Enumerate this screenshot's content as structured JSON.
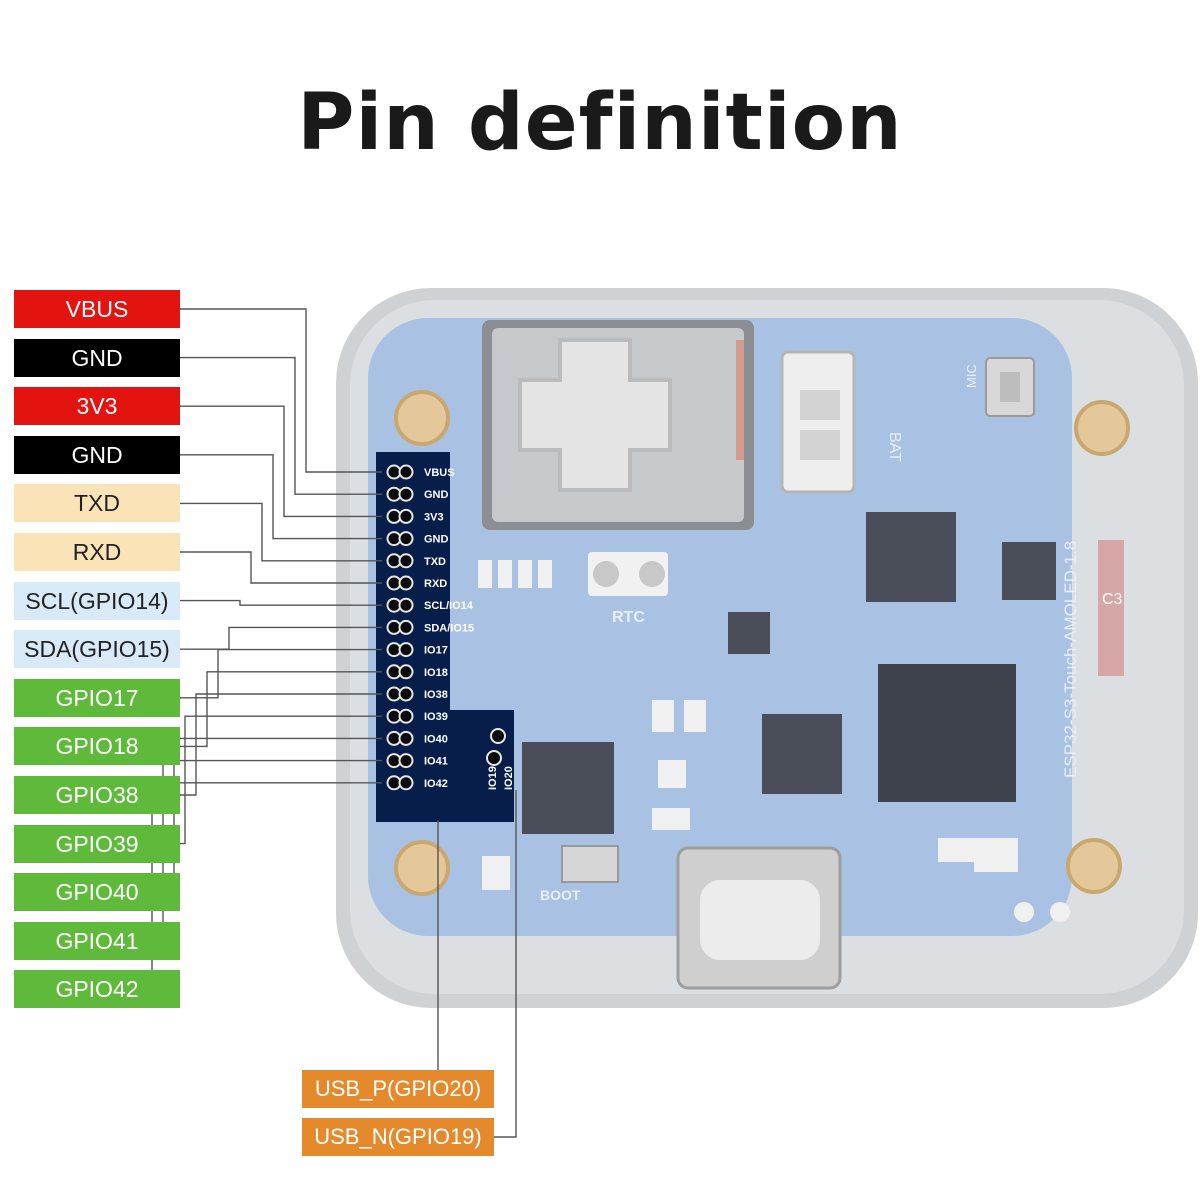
{
  "title": "Pin definition",
  "pins": [
    {
      "label": "VBUS",
      "bg": "#e3130f",
      "fg": "#ffffff",
      "silk": "VBUS"
    },
    {
      "label": "GND",
      "bg": "#000000",
      "fg": "#ffffff",
      "silk": "GND"
    },
    {
      "label": "3V3",
      "bg": "#e3130f",
      "fg": "#ffffff",
      "silk": "3V3"
    },
    {
      "label": "GND",
      "bg": "#000000",
      "fg": "#ffffff",
      "silk": "GND"
    },
    {
      "label": "TXD",
      "bg": "#fbe3b8",
      "fg": "#222222",
      "silk": "TXD"
    },
    {
      "label": "RXD",
      "bg": "#fbe3b8",
      "fg": "#222222",
      "silk": "RXD"
    },
    {
      "label": "SCL(GPIO14)",
      "bg": "#d8e9f7",
      "fg": "#222222",
      "silk": "SCL/IO14"
    },
    {
      "label": "SDA(GPIO15)",
      "bg": "#d8e9f7",
      "fg": "#222222",
      "silk": "SDA/IO15"
    },
    {
      "label": "GPIO17",
      "bg": "#5fba3c",
      "fg": "#ffffff",
      "silk": "IO17"
    },
    {
      "label": "GPIO18",
      "bg": "#5fba3c",
      "fg": "#ffffff",
      "silk": "IO18"
    },
    {
      "label": "GPIO38",
      "bg": "#5fba3c",
      "fg": "#ffffff",
      "silk": "IO38"
    },
    {
      "label": "GPIO39",
      "bg": "#5fba3c",
      "fg": "#ffffff",
      "silk": "IO39"
    },
    {
      "label": "GPIO40",
      "bg": "#5fba3c",
      "fg": "#ffffff",
      "silk": "IO40"
    },
    {
      "label": "GPIO41",
      "bg": "#5fba3c",
      "fg": "#ffffff",
      "silk": "IO41"
    },
    {
      "label": "GPIO42",
      "bg": "#5fba3c",
      "fg": "#ffffff",
      "silk": "IO42"
    }
  ],
  "usb": [
    {
      "label": "USB_P(GPIO20)",
      "silk": "IO20"
    },
    {
      "label": "USB_N(GPIO19)",
      "silk": "IO19"
    }
  ],
  "board": {
    "silk_rtc": "RTC",
    "silk_bat": "BAT",
    "silk_mic": "MIC",
    "silk_boot": "BOOT",
    "silk_name": "ESP32-S3-Touch-AMOLED-1.8",
    "silk_c3": "C3"
  }
}
